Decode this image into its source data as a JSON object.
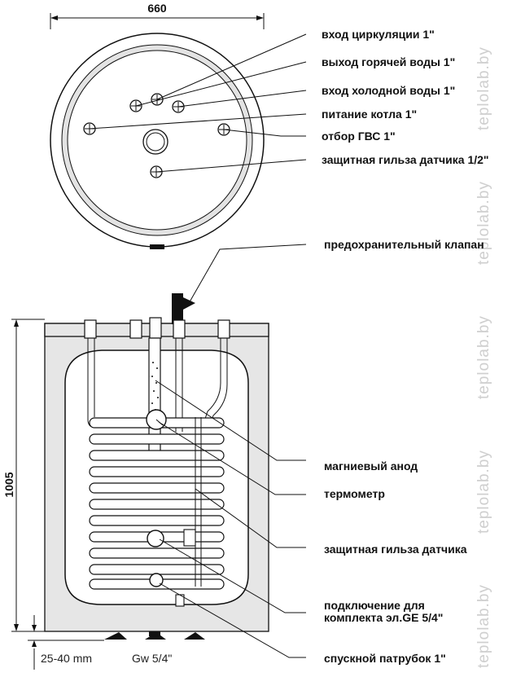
{
  "dimensions": {
    "width_top": "660",
    "height_side": "1005",
    "bottom_range": "25-40 mm",
    "bottom_thread": "Gw 5/4\""
  },
  "labels_top": [
    "вход циркуляции 1\"",
    "выход горячей воды 1\"",
    "вход холодной воды 1\"",
    "питание котла 1\"",
    "отбор ГВС 1\"",
    "защитная гильза датчика 1/2\""
  ],
  "labels_side": {
    "safety_valve": "предохранительный клапан",
    "magnesium_anode": "магниевый анод",
    "thermometer": "термометр",
    "sensor_sleeve": "защитная гильза датчика",
    "electric_kit_line1": "подключение для",
    "electric_kit_line2": "комплекта эл.GE 5/4\"",
    "drain": "спускной патрубок 1\""
  },
  "watermark": "teplolab.by"
}
